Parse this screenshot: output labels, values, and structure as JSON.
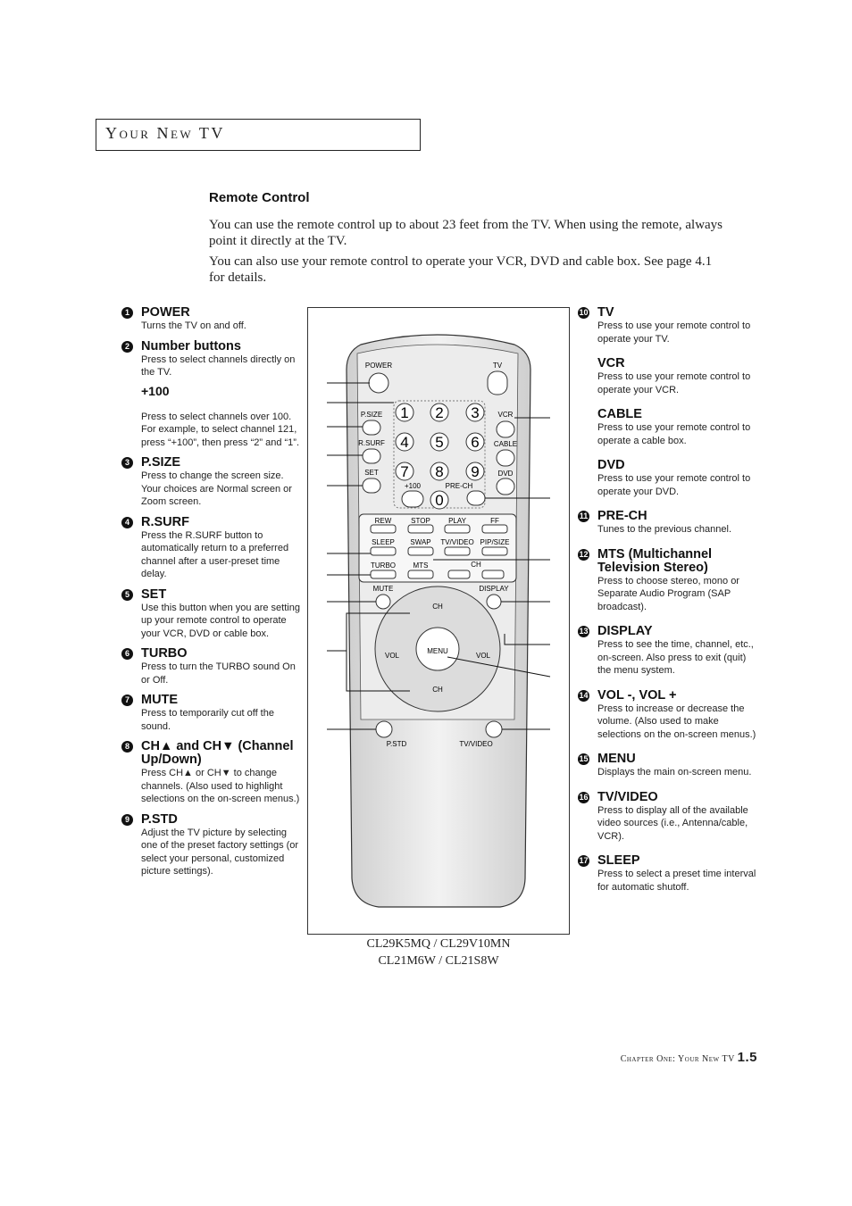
{
  "header": {
    "title": "Your New TV"
  },
  "section_title": "Remote Control",
  "intro": [
    "You can use the remote control up to about 23 feet from the TV. When using the remote, always point it directly at the TV.",
    "You can also use your remote control to operate your VCR, DVD and cable box. See page 4.1 for details."
  ],
  "left_items": [
    {
      "num": "1",
      "title": "POWER",
      "desc": "Turns the TV on and off."
    },
    {
      "num": "2",
      "title": "Number buttons",
      "desc": "Press to select channels directly on the TV.",
      "sub_title": "+100",
      "sub_desc": "Press to select channels over 100. For example, to select channel 121, press “+100”, then press “2” and “1”."
    },
    {
      "num": "3",
      "title": "P.SIZE",
      "desc": "Press to change the screen size. Your choices are Normal screen or Zoom screen."
    },
    {
      "num": "4",
      "title": "R.SURF",
      "desc": "Press the R.SURF button to automatically return to a preferred channel after a user-preset time delay."
    },
    {
      "num": "5",
      "title": "SET",
      "desc": "Use this button when you are setting up your remote control to operate your VCR, DVD or cable box."
    },
    {
      "num": "6",
      "title": "TURBO",
      "desc": "Press to turn the TURBO sound On or Off."
    },
    {
      "num": "7",
      "title": "MUTE",
      "desc": "Press to temporarily cut off the sound."
    },
    {
      "num": "8",
      "title": "CH▲ and CH▼ (Channel Up/Down)",
      "desc": "Press CH▲ or CH▼ to change channels. (Also used to highlight selections on the on-screen menus.)"
    },
    {
      "num": "9",
      "title": "P.STD",
      "desc": "Adjust the TV picture by selecting one of the preset factory settings (or select your personal, customized picture settings)."
    }
  ],
  "right_items": [
    {
      "num": "10",
      "title": "TV",
      "desc": "Press to use your remote control to operate your TV."
    },
    {
      "num": "",
      "title": "VCR",
      "desc": "Press to use your remote control to operate your VCR."
    },
    {
      "num": "",
      "title": "CABLE",
      "desc": "Press to use your remote control to operate a cable box."
    },
    {
      "num": "",
      "title": "DVD",
      "desc": "Press to use your remote control to operate your DVD."
    },
    {
      "num": "11",
      "title": "PRE-CH",
      "desc": "Tunes to the previous channel."
    },
    {
      "num": "12",
      "title": "MTS (Multichannel Television Stereo)",
      "desc": "Press to choose stereo, mono or Separate Audio Program (SAP broadcast)."
    },
    {
      "num": "13",
      "title": "DISPLAY",
      "desc": "Press to see the time, channel, etc., on-screen. Also press to exit (quit) the menu system."
    },
    {
      "num": "14",
      "title": "VOL -, VOL +",
      "desc": "Press to increase or decrease the volume. (Also used to make selections on the on-screen menus.)"
    },
    {
      "num": "15",
      "title": "MENU",
      "desc": "Displays the main on-screen menu."
    },
    {
      "num": "16",
      "title": "TV/VIDEO",
      "desc": "Press to display all of the available video sources (i.e., Antenna/cable, VCR)."
    },
    {
      "num": "17",
      "title": "SLEEP",
      "desc": "Press to select a preset time interval for automatic shutoff."
    }
  ],
  "remote": {
    "power": "POWER",
    "tv": "TV",
    "vcr": "VCR",
    "cable": "CABLE",
    "dvd": "DVD",
    "psize": "P.SIZE",
    "rsurf": "R.SURF",
    "set": "SET",
    "plus100": "+100",
    "prech": "PRE-CH",
    "digits": [
      "1",
      "2",
      "3",
      "4",
      "5",
      "6",
      "7",
      "8",
      "9",
      "0"
    ],
    "rew": "REW",
    "stop": "STOP",
    "play": "PLAY",
    "ff": "FF",
    "sleep": "SLEEP",
    "swap": "SWAP",
    "tvvideo_top": "TV/VIDEO",
    "pipsize": "PIP/SIZE",
    "turbo": "TURBO",
    "mts": "MTS",
    "ch": "CH",
    "mute": "MUTE",
    "display": "DISPLAY",
    "vol": "VOL",
    "menu": "MENU",
    "pstd": "P.STD",
    "tvvideo": "TV/VIDEO"
  },
  "caption": [
    "CL29K5MQ / CL29V10MN",
    "CL21M6W / CL21S8W"
  ],
  "footer": {
    "chapter": "Chapter One: Your New TV",
    "page": "1.5"
  }
}
